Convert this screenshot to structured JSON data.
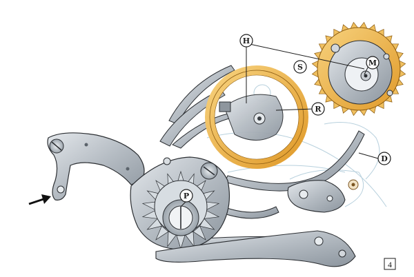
{
  "figure": {
    "callouts": {
      "H": "H",
      "S": "S",
      "M": "M",
      "R": "R",
      "D": "D",
      "P": "P"
    },
    "page_number": "4"
  },
  "colors": {
    "steel": "#b9c0c7",
    "steel_dark": "#6f7983",
    "steel_light": "#dfe4e9",
    "gold": "#e9a93a",
    "gold_light": "#f4cc73",
    "outline": "#2a2d31",
    "ghost": "#cfe0ea"
  }
}
